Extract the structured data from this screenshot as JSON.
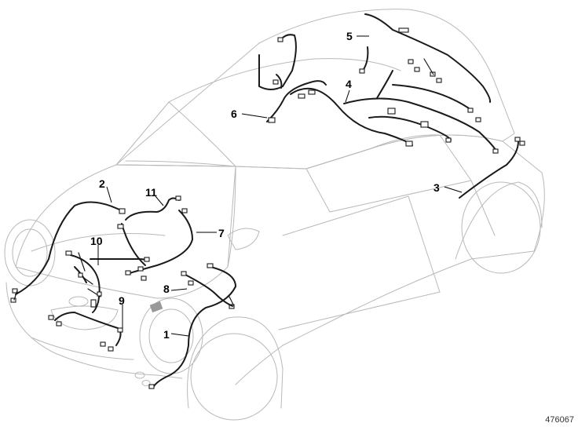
{
  "diagram": {
    "reference_number": "476067",
    "callouts": [
      "1",
      "2",
      "3",
      "4",
      "5",
      "6",
      "7",
      "8",
      "9",
      "10",
      "11"
    ],
    "colors": {
      "body_outline": "#b9b9b9",
      "harness": "#1a1a1a",
      "label": "#000000"
    }
  }
}
